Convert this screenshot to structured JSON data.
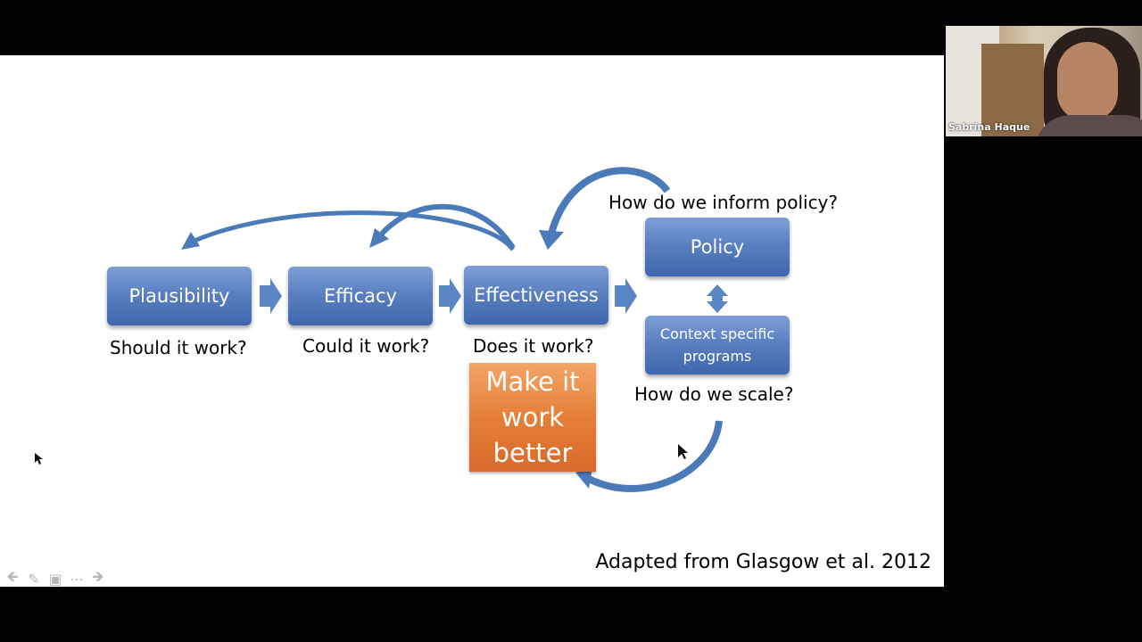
{
  "slide": {
    "boxes": {
      "plausibility": "Plausibility",
      "efficacy": "Efficacy",
      "effectiveness": "Effectiveness",
      "policy": "Policy",
      "context": "Context specific programs"
    },
    "questions": {
      "should": "Should it work?",
      "could": "Could it work?",
      "does": "Does it work?",
      "inform": "How do we inform policy?",
      "scale": "How do we scale?"
    },
    "make_better": "Make it work better",
    "citation": "Adapted from Glasgow et al. 2012",
    "colors": {
      "box_blue": "#5b80c2",
      "arrow_blue": "#4a7ab8",
      "orange": "#e57f37"
    }
  },
  "video": {
    "participant_name": "Sabrina Haque"
  },
  "toolbar": {
    "icons": [
      "previous-arrow-icon",
      "pen-icon",
      "slides-icon",
      "more-icon",
      "next-arrow-icon"
    ]
  }
}
